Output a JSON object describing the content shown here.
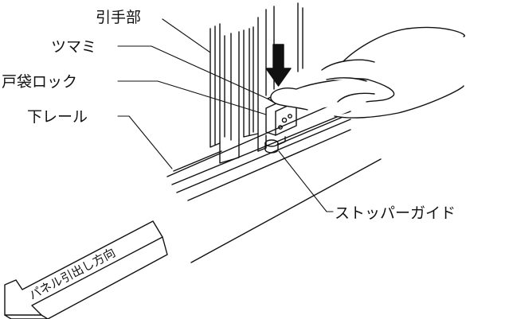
{
  "labels": {
    "pull_handle": "引手部",
    "knob": "ツマミ",
    "door_pocket_lock": "戸袋ロック",
    "lower_rail": "下レール",
    "stopper_guide": "ストッパーガイド"
  },
  "direction_arrow": {
    "text": "パネル引出し方向"
  },
  "colors": {
    "line": "#111111",
    "background": "#ffffff"
  }
}
